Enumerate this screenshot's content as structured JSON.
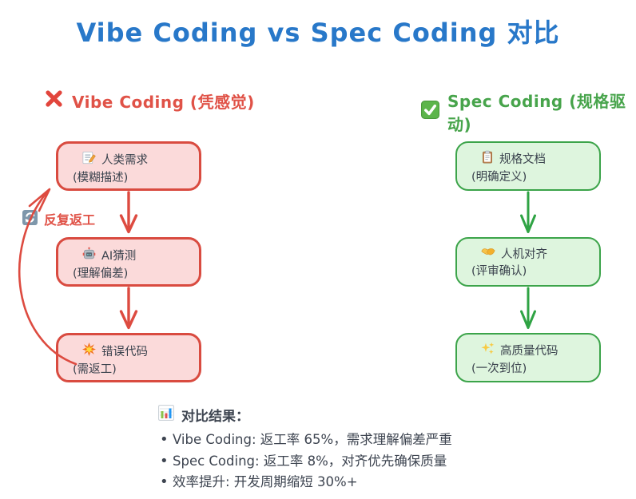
{
  "title": "Vibe Coding vs Spec Coding 对比",
  "colors": {
    "title_blue": "#2878c9",
    "vibe_red": "#e05247",
    "spec_green": "#47a44b",
    "red_box_border": "#d94b40",
    "red_box_fill": "#fbdada",
    "green_box_border": "#3ca44a",
    "green_box_fill": "#def5de",
    "body_text": "#3a424d",
    "summary_text": "#3d4450"
  },
  "vibe_column": {
    "header": {
      "icon": "cross-mark-icon",
      "label": "Vibe Coding (凭感觉)"
    },
    "boxes": [
      {
        "icon": "memo-icon",
        "title": "人类需求",
        "subtitle": "(模糊描述)"
      },
      {
        "icon": "robot-icon",
        "title": "AI猜测",
        "subtitle": "(理解偏差)"
      },
      {
        "icon": "collision-icon",
        "title": "错误代码",
        "subtitle": "(需返工)"
      }
    ],
    "loop_label": {
      "icon": "refresh-icon",
      "text": "反复返工"
    }
  },
  "spec_column": {
    "header": {
      "icon": "check-mark-icon",
      "label": "Spec Coding (规格驱动)"
    },
    "boxes": [
      {
        "icon": "clipboard-icon",
        "title": "规格文档",
        "subtitle": "(明确定义)"
      },
      {
        "icon": "handshake-icon",
        "title": "人机对齐",
        "subtitle": "(评审确认)"
      },
      {
        "icon": "sparkles-icon",
        "title": "高质量代码",
        "subtitle": "(一次到位)"
      }
    ]
  },
  "summary": {
    "icon": "bar-chart-icon",
    "heading": "对比结果：",
    "bullets": [
      "Vibe Coding: 返工率 65%，需求理解偏差严重",
      "Spec Coding: 返工率 8%，对齐优先确保质量",
      "效率提升: 开发周期缩短 30%+"
    ]
  }
}
